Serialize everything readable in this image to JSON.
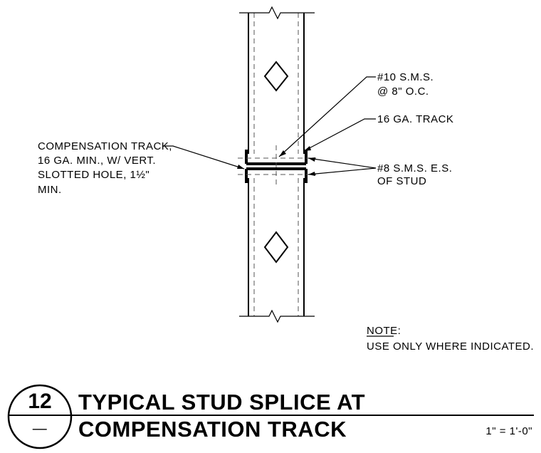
{
  "callouts": {
    "screw_top": [
      "#10 S.M.S.",
      "@ 8\" O.C."
    ],
    "track": "16 GA. TRACK",
    "compensation": [
      "COMPENSATION TRACK,",
      "16 GA. MIN., W/ VERT.",
      "SLOTTED HOLE, 1½\"",
      "MIN."
    ],
    "screw_side": [
      "#8 S.M.S. E.S.",
      "OF STUD"
    ]
  },
  "note": {
    "heading": "NOTE:",
    "text": "USE ONLY WHERE INDICATED."
  },
  "title_block": {
    "detail_number": "12",
    "sheet_ref": "—",
    "title_line1": "TYPICAL STUD SPLICE AT",
    "title_line2": "COMPENSATION TRACK",
    "scale": "1\" = 1'-0\""
  }
}
